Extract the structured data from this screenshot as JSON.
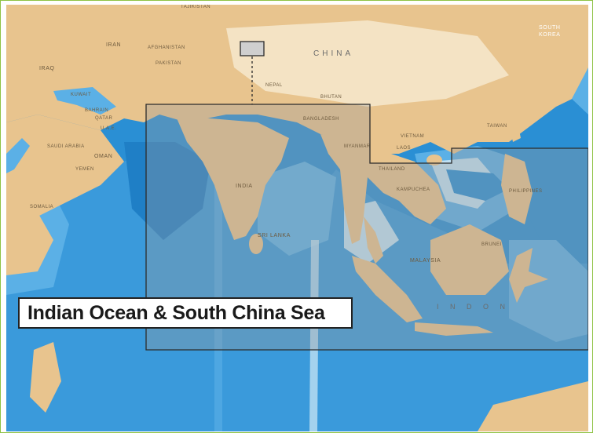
{
  "map": {
    "title": "Indian Ocean & South China Sea",
    "colors": {
      "land": "#e8c48e",
      "land_light": "#f1dcb4",
      "deep_ocean": "#2a8fd4",
      "mid_ocean": "#5bb0e6",
      "shallow": "#bfe0f3",
      "coverage_box": "#2b2b2b",
      "frame": "#8fc346"
    },
    "labels": {
      "china": "CHINA",
      "iran": "IRAN",
      "iraq": "IRAQ",
      "afghanistan": "AFGHANISTAN",
      "pakistan": "PAKISTAN",
      "oman": "OMAN",
      "india": "INDIA",
      "nepal": "NEPAL",
      "bhutan": "BHUTAN",
      "bangladesh": "BANGLADESH",
      "myanmar": "MYANMAR",
      "thailand": "THAILAND",
      "laos": "LAOS",
      "vietnam": "VIETNAM",
      "cambodia": "KAMPUCHEA",
      "taiwan": "TAIWAN",
      "philippines": "PHILIPPINES",
      "malaysia": "MALAYSIA",
      "brunei": "BRUNEI",
      "sri_lanka": "SRI LANKA",
      "indonesia": "I N D O N",
      "south_korea": "SOUTH KOREA",
      "tajikistan": "TAJIKISTAN",
      "saudi": "SAUDI ARABIA",
      "yemen": "YEMEN",
      "uae": "U.A.E.",
      "qatar": "QATAR",
      "kuwait": "KUWAIT",
      "bahrain": "BAHRAIN",
      "somalia": "SOMALIA"
    }
  }
}
